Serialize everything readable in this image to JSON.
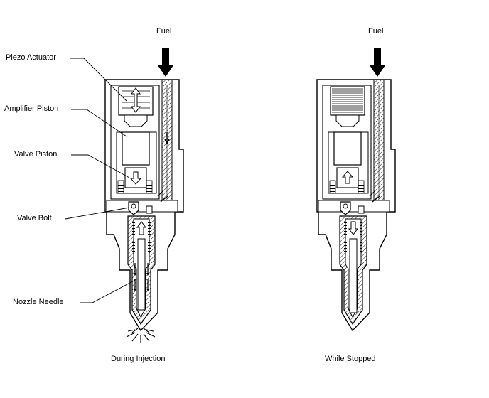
{
  "labels": {
    "fuel_left": "Fuel",
    "fuel_right": "Fuel",
    "piezo_actuator": "Piezo Actuator",
    "amplifier_piston": "Amplifier Piston",
    "valve_piston": "Valve Piston",
    "valve_bolt": "Valve Bolt",
    "nozzle_needle": "Nozzle Needle",
    "caption_left": "During Injection",
    "caption_right": "While Stopped"
  },
  "colors": {
    "line": "#000000",
    "background": "#ffffff"
  }
}
